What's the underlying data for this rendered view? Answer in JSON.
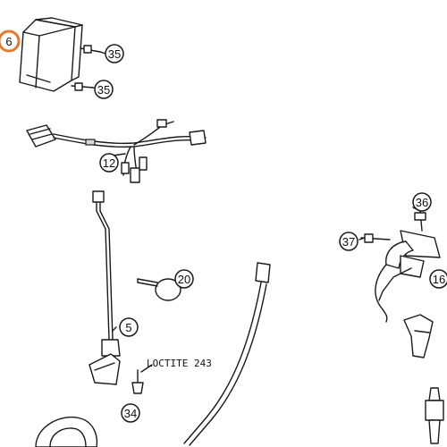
{
  "diagram": {
    "callouts": {
      "c6": "6",
      "c35a": "35",
      "c35b": "35",
      "c12": "12",
      "c36": "36",
      "c37": "37",
      "c20": "20",
      "c16": "16",
      "c5": "5",
      "c34": "34"
    },
    "highlight_color": "#e8782c",
    "note_loctite": "LOCTITE 243"
  }
}
